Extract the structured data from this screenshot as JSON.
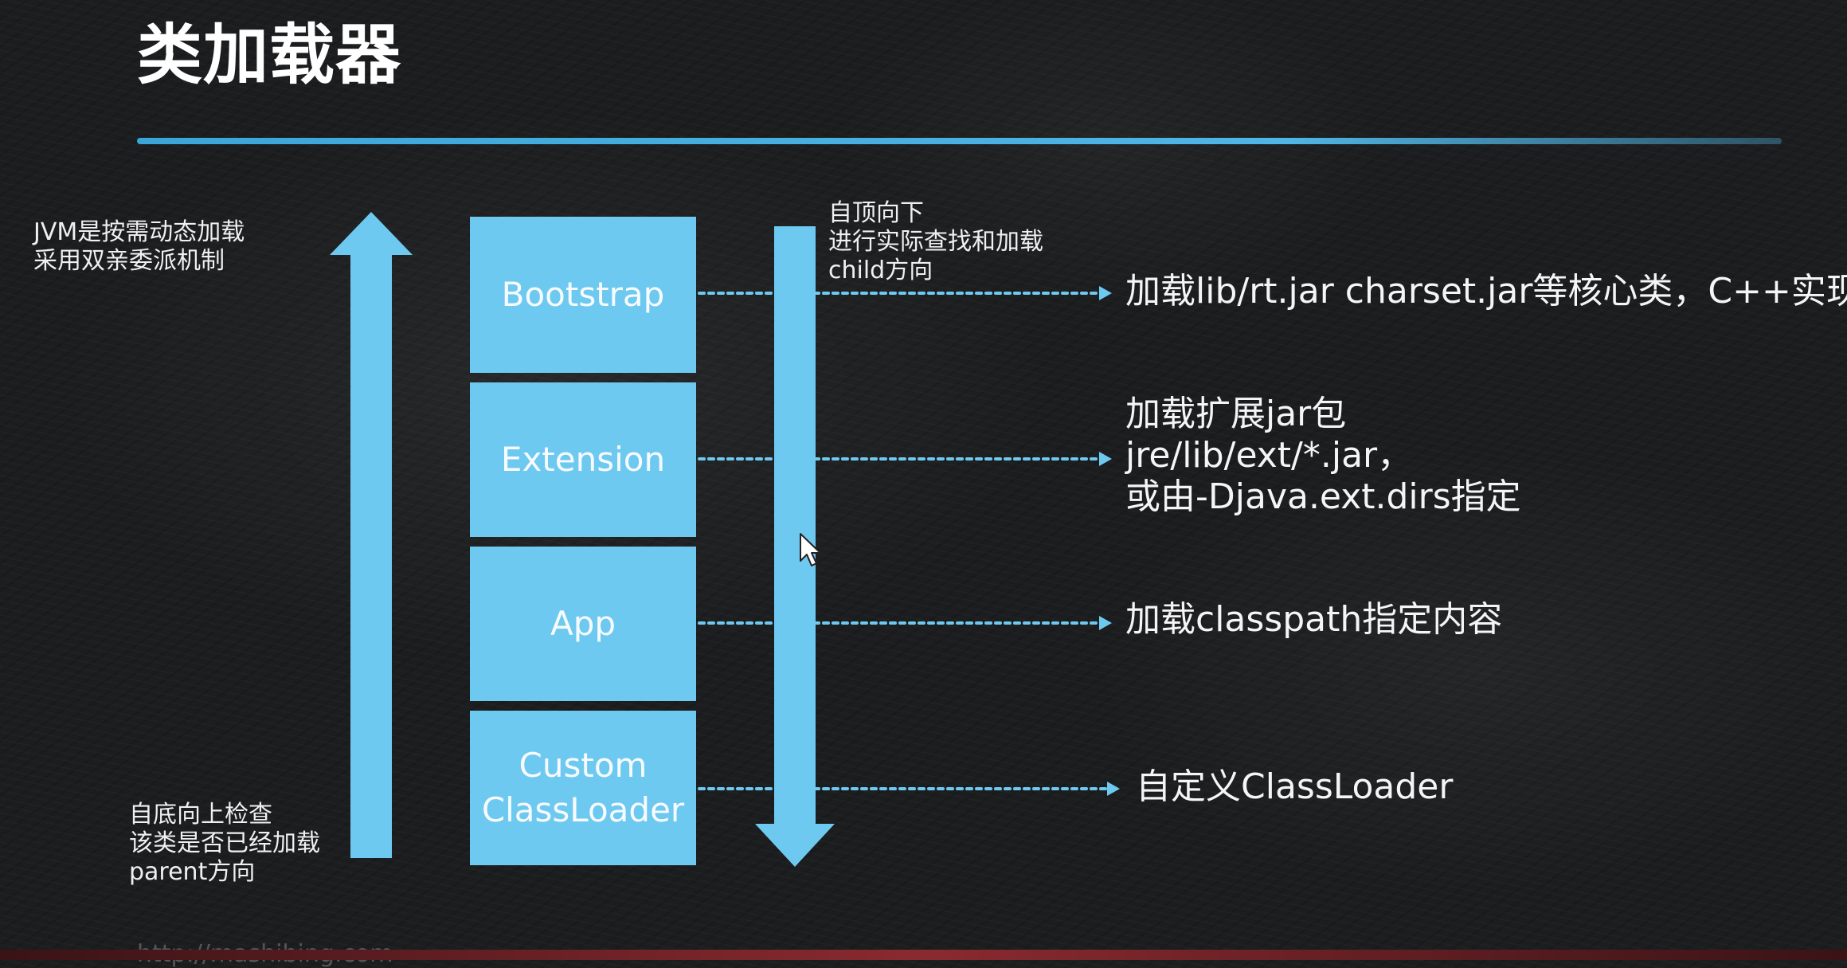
{
  "title": "类加载器",
  "notes": {
    "left_top": [
      "JVM是按需动态加载",
      "采用双亲委派机制"
    ],
    "left_bottom": [
      "自底向上检查",
      "该类是否已经加载",
      "parent方向"
    ],
    "right_top": [
      "自顶向下",
      "进行实际查找和加载",
      "child方向"
    ]
  },
  "loaders": [
    {
      "label": "Bootstrap"
    },
    {
      "label": "Extension"
    },
    {
      "label": "App"
    },
    {
      "label": "Custom ClassLoader"
    }
  ],
  "descriptions": {
    "bootstrap": "加载lib/rt.jar charset.jar等核心类，C++实现",
    "extension": [
      "加载扩展jar包",
      "jre/lib/ext/*.jar，",
      "或由-Djava.ext.dirs指定"
    ],
    "app": "加载classpath指定内容",
    "custom": "自定义ClassLoader"
  },
  "watermark": "http://mashibing.com",
  "colors": {
    "box": "#6ec9f1",
    "arrow": "#6ec9f1",
    "rule": "#4fb6e6",
    "background": "#1c1d1f"
  }
}
